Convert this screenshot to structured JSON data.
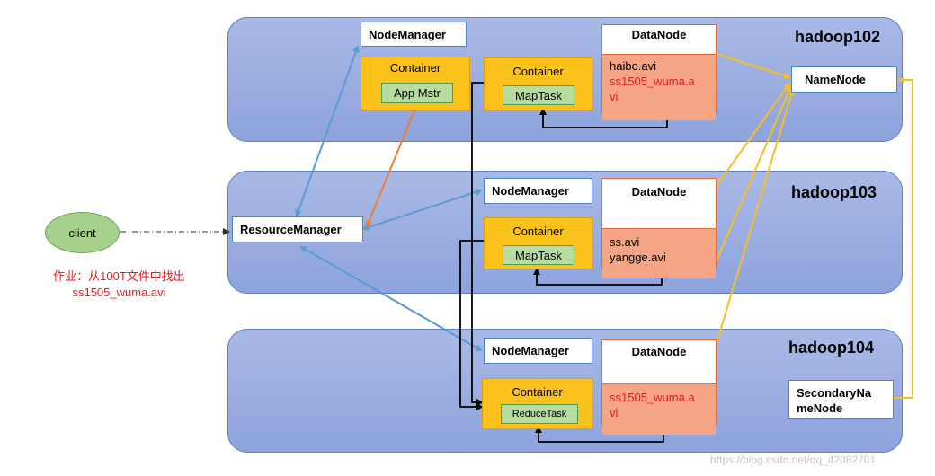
{
  "hosts": [
    {
      "name": "hadoop102"
    },
    {
      "name": "hadoop103"
    },
    {
      "name": "hadoop104"
    }
  ],
  "client": {
    "label": "client"
  },
  "note": {
    "line1": "作业：从100T文件中找出",
    "line2": "ss1505_wuma.avi"
  },
  "resource_manager": {
    "label": "ResourceManager"
  },
  "name_node": {
    "label": "NameNode"
  },
  "secondary_name_node": {
    "line1": "SecondaryNa",
    "line2": "meNode"
  },
  "node_managers": [
    {
      "label": "NodeManager"
    },
    {
      "label": "NodeManager"
    },
    {
      "label": "NodeManager"
    }
  ],
  "containers": [
    {
      "label": "Container",
      "task": "App Mstr"
    },
    {
      "label": "Container",
      "task": "MapTask"
    },
    {
      "label": "Container",
      "task": "MapTask"
    },
    {
      "label": "Container",
      "task": "ReduceTask"
    }
  ],
  "data_nodes": [
    {
      "title": "DataNode",
      "files": [
        {
          "text": "haibo.avi",
          "highlight": false
        },
        {
          "text": "ss1505_wuma.a",
          "highlight": true
        },
        {
          "text": "vi",
          "highlight": true
        }
      ]
    },
    {
      "title": "DataNode",
      "files": [
        {
          "text": "ss.avi",
          "highlight": false
        },
        {
          "text": "yangge.avi",
          "highlight": false
        }
      ]
    },
    {
      "title": "DataNode",
      "files": [
        {
          "text": "ss1505_wuma.a",
          "highlight": true
        },
        {
          "text": "vi",
          "highlight": true
        }
      ]
    }
  ],
  "watermark": "https://blog.csdn.net/qq_42082701",
  "colors": {
    "host_fill": "#95a9e0",
    "arrow_blue": "#5b9bd5",
    "arrow_orange": "#ed7d31",
    "arrow_yellow": "#f5c025",
    "highlight_text": "#e41c1c"
  }
}
